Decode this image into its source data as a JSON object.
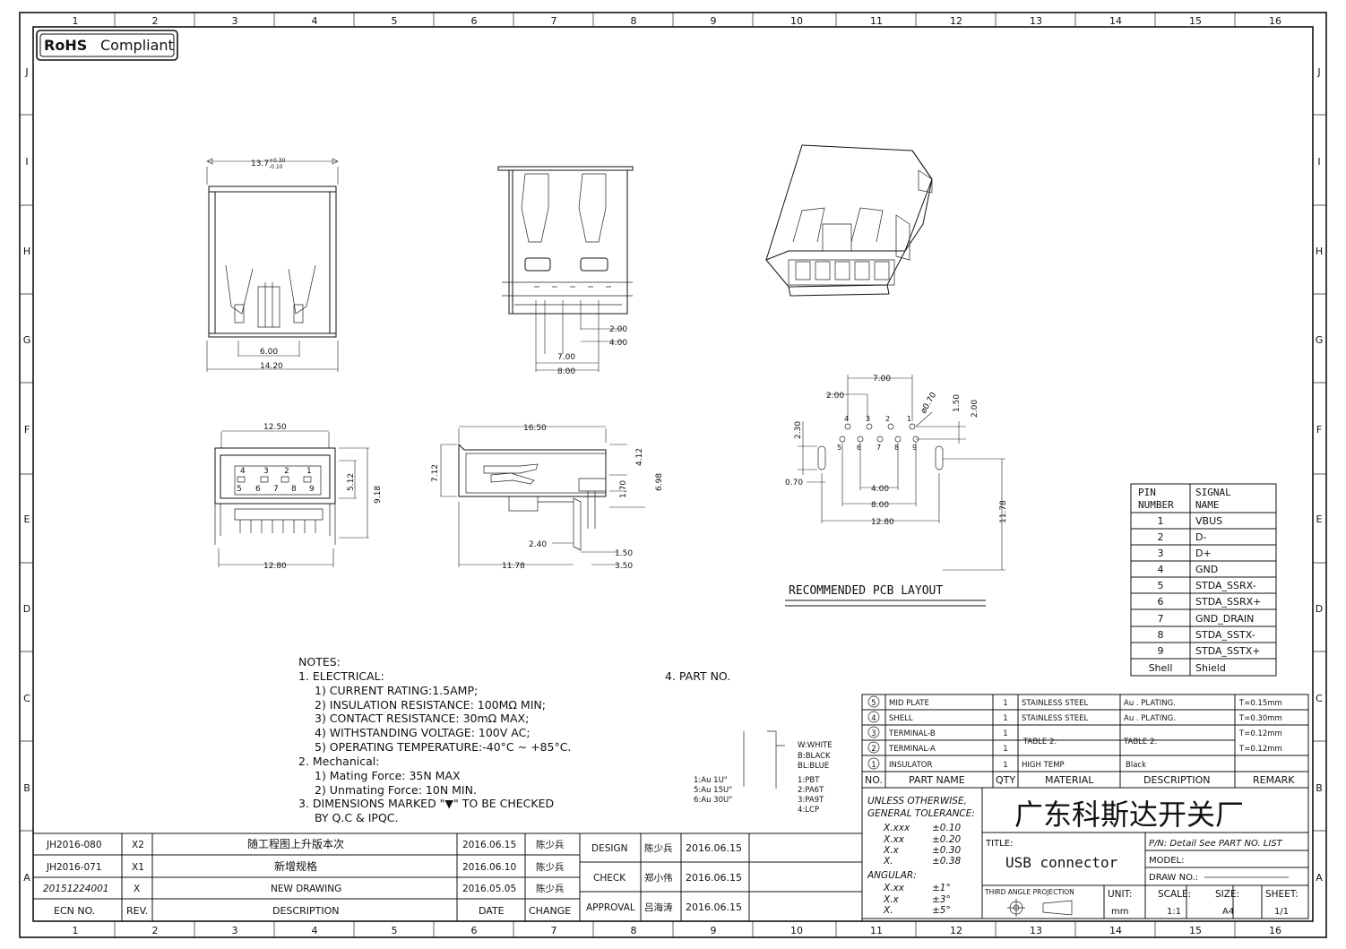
{
  "badge": {
    "rohs": "RoHS",
    "compliant": "Compliant"
  },
  "frame": {
    "columns": [
      "1",
      "2",
      "3",
      "4",
      "5",
      "6",
      "7",
      "8",
      "9",
      "10",
      "11",
      "12",
      "13",
      "14",
      "15",
      "16"
    ],
    "rows": [
      "J",
      "I",
      "H",
      "G",
      "F",
      "E",
      "D",
      "C",
      "B",
      "A"
    ]
  },
  "views": {
    "top_dims": [
      "13.7",
      "+0.30",
      "-0.10",
      "6.00",
      "14.20"
    ],
    "front_dims": [
      "2.00",
      "4.00",
      "7.00",
      "8.00"
    ],
    "bottom_dims": [
      "12.50",
      "5.12",
      "9.18",
      "12.80"
    ],
    "bottom_pins_top": [
      "4",
      "3",
      "2",
      "1"
    ],
    "bottom_pins_bottom": [
      "5",
      "6",
      "7",
      "8",
      "9"
    ],
    "side_dims": [
      "16.50",
      "7.12",
      "4.12",
      "6.98",
      "1.70",
      "2.40",
      "1.50",
      "11.78",
      "3.50"
    ]
  },
  "pcb": {
    "title": "RECOMMENDED PCB LAYOUT",
    "dims": [
      "7.00",
      "2.00",
      "ø0.70",
      "1.50",
      "2.00",
      "2.30",
      "0.70",
      "4.00",
      "8.00",
      "12.80",
      "11.78"
    ],
    "pins_top": [
      "4",
      "3",
      "2",
      "1"
    ],
    "pins_bottom": [
      "5",
      "6",
      "7",
      "8",
      "9"
    ]
  },
  "pin_table": {
    "header_pin": [
      "PIN",
      "NUMBER"
    ],
    "header_signal": [
      "SIGNAL",
      "NAME"
    ],
    "rows": [
      {
        "pin": "1",
        "signal": "VBUS"
      },
      {
        "pin": "2",
        "signal": "D-"
      },
      {
        "pin": "3",
        "signal": "D+"
      },
      {
        "pin": "4",
        "signal": "GND"
      },
      {
        "pin": "5",
        "signal": "STDA_SSRX-"
      },
      {
        "pin": "6",
        "signal": "STDA_SSRX+"
      },
      {
        "pin": "7",
        "signal": "GND_DRAIN"
      },
      {
        "pin": "8",
        "signal": "STDA_SSTX-"
      },
      {
        "pin": "9",
        "signal": "STDA_SSTX+"
      },
      {
        "pin": "Shell",
        "signal": "Shield"
      }
    ]
  },
  "notes": {
    "title": "NOTES:",
    "lines": [
      "1. ELECTRICAL:",
      "1) CURRENT RATING:1.5AMP;",
      "2) INSULATION RESISTANCE: 100MΩ MIN;",
      "3) CONTACT RESISTANCE: 30mΩ MAX;",
      "4) WITHSTANDING VOLTAGE: 100V AC;",
      "5) OPERATING TEMPERATURE:-40°C ~ +85°C.",
      "2. Mechanical:",
      "1) Mating Force: 35N   MAX",
      "2) Unmating Force: 10N   MIN.",
      "3. DIMENSIONS MARKED \"▼\" TO BE CHECKED",
      "BY Q.C & IPQC."
    ],
    "part_no_title": "4. PART NO.",
    "color_codes": [
      "W:WHITE",
      "B:BLACK",
      "BL:BLUE"
    ],
    "material_codes": [
      "1:PBT",
      "2:PA6T",
      "3:PA9T",
      "4:LCP"
    ],
    "plating_codes": [
      "1:Au 1U\"",
      "5:Au 15U\"",
      "6:Au 30U\""
    ]
  },
  "bom": {
    "rows": [
      {
        "no": "5",
        "name": "MID PLATE",
        "qty": "1",
        "material": "STAINLESS STEEL",
        "description": "Au . PLATING.",
        "remark": "T=0.15mm"
      },
      {
        "no": "4",
        "name": "SHELL",
        "qty": "1",
        "material": "STAINLESS STEEL",
        "description": "Au . PLATING.",
        "remark": "T=0.30mm"
      },
      {
        "no": "3",
        "name": "TERMINAL-B",
        "qty": "1",
        "material": "TABLE 2:",
        "description": "TABLE 2:",
        "remark": "T=0.12mm"
      },
      {
        "no": "2",
        "name": "TERMINAL-A",
        "qty": "1",
        "material": "",
        "description": "",
        "remark": "T=0.12mm"
      },
      {
        "no": "1",
        "name": "INSULATOR",
        "qty": "1",
        "material": "HIGH TEMP",
        "description": "Black",
        "remark": ""
      }
    ],
    "headers": {
      "no": "NO.",
      "name": "PART NAME",
      "qty": "QTY",
      "material": "MATERIAL",
      "description": "DESCRIPTION",
      "remark": "REMARK"
    }
  },
  "tolerance": {
    "title": [
      "UNLESS OTHERWISE,",
      "GENERAL TOLERANCE:"
    ],
    "linear": [
      [
        "X.xxx",
        "±0.10"
      ],
      [
        "X.xx",
        "±0.20"
      ],
      [
        "X.x",
        "±0.30"
      ],
      [
        "X.",
        "±0.38"
      ]
    ],
    "angular_title": "ANGULAR:",
    "angular": [
      [
        "X.xx",
        "±1°"
      ],
      [
        "X.x",
        "±3°"
      ],
      [
        "X.",
        "±5°"
      ]
    ]
  },
  "title_block": {
    "company": "广东科斯达开关厂",
    "title_label": "TITLE:",
    "title": "USB connector",
    "pn_label": "P/N: Detail  See  PART  NO.  LIST",
    "model_label": "MODEL:",
    "drawno_label": "DRAW  NO.:",
    "projection": "THIRD ANGLE PROJECTION",
    "unit_label": "UNIT:",
    "unit": "mm",
    "scale_label": "SCALE:",
    "scale": "1:1",
    "size_label": "SIZE:",
    "size": "A4",
    "sheet_label": "SHEET:",
    "sheet": "1/1"
  },
  "revisions": {
    "rows": [
      {
        "ecn": "JH2016-080",
        "rev": "X2",
        "description": "随工程图上升版本次",
        "date": "2016.06.15",
        "change": "陈少兵"
      },
      {
        "ecn": "JH2016-071",
        "rev": "X1",
        "description": "新增规格",
        "date": "2016.06.10",
        "change": "陈少兵"
      },
      {
        "ecn": "20151224001",
        "rev": "X",
        "description": "NEW DRAWING",
        "date": "2016.05.05",
        "change": "陈少兵"
      }
    ],
    "headers": {
      "ecn": "ECN  NO.",
      "rev": "REV.",
      "description": "DESCRIPTION",
      "date": "DATE",
      "change": "CHANGE"
    }
  },
  "approvals": [
    {
      "role": "DESIGN",
      "name": "陈少兵",
      "date": "2016.06.15"
    },
    {
      "role": "CHECK",
      "name": "郑小伟",
      "date": "2016.06.15"
    },
    {
      "role": "APPROVAL",
      "name": "吕海涛",
      "date": "2016.06.15"
    }
  ]
}
